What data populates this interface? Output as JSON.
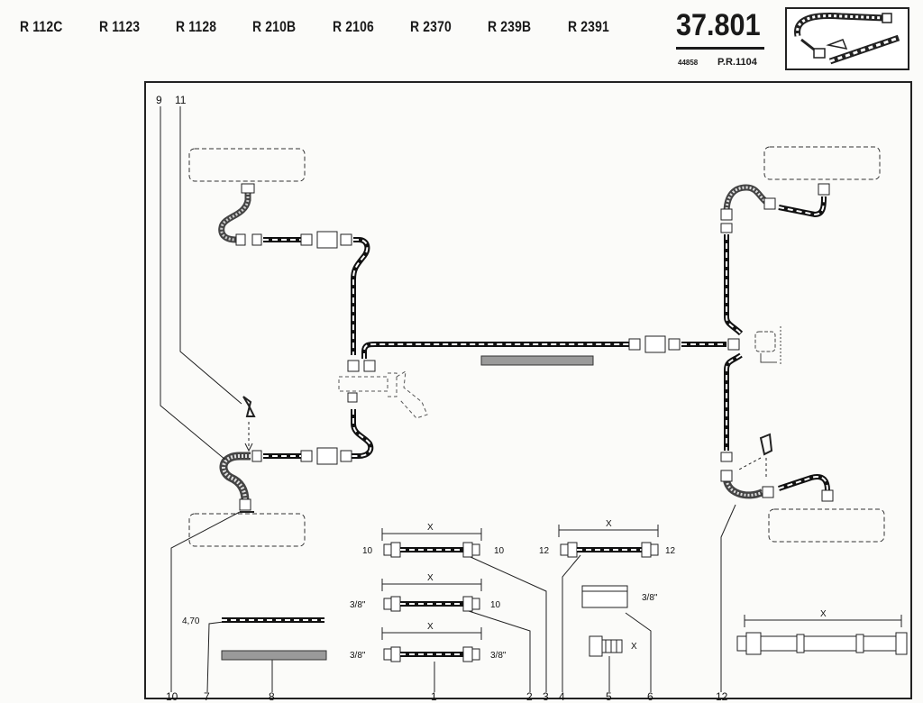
{
  "header": {
    "models": [
      "R 112C",
      "R 1123",
      "R 1128",
      "R 210B",
      "R 2106",
      "R 2370",
      "R 239B",
      "R 2391"
    ],
    "ref_main": "37.801",
    "ref_sub_left": "44858",
    "ref_sub_right": "P.R.1104"
  },
  "callouts": {
    "c9": "9",
    "c11": "11",
    "c10": "10",
    "c7": "7",
    "c8": "8",
    "c1": "1",
    "c2": "2",
    "c3": "3",
    "c4": "4",
    "c5": "5",
    "c6": "6",
    "c12": "12"
  },
  "dims": {
    "x": "X",
    "ten": "10",
    "twelve": "12",
    "three_eighths": "3/8\"",
    "four_seventy": "4,70"
  }
}
